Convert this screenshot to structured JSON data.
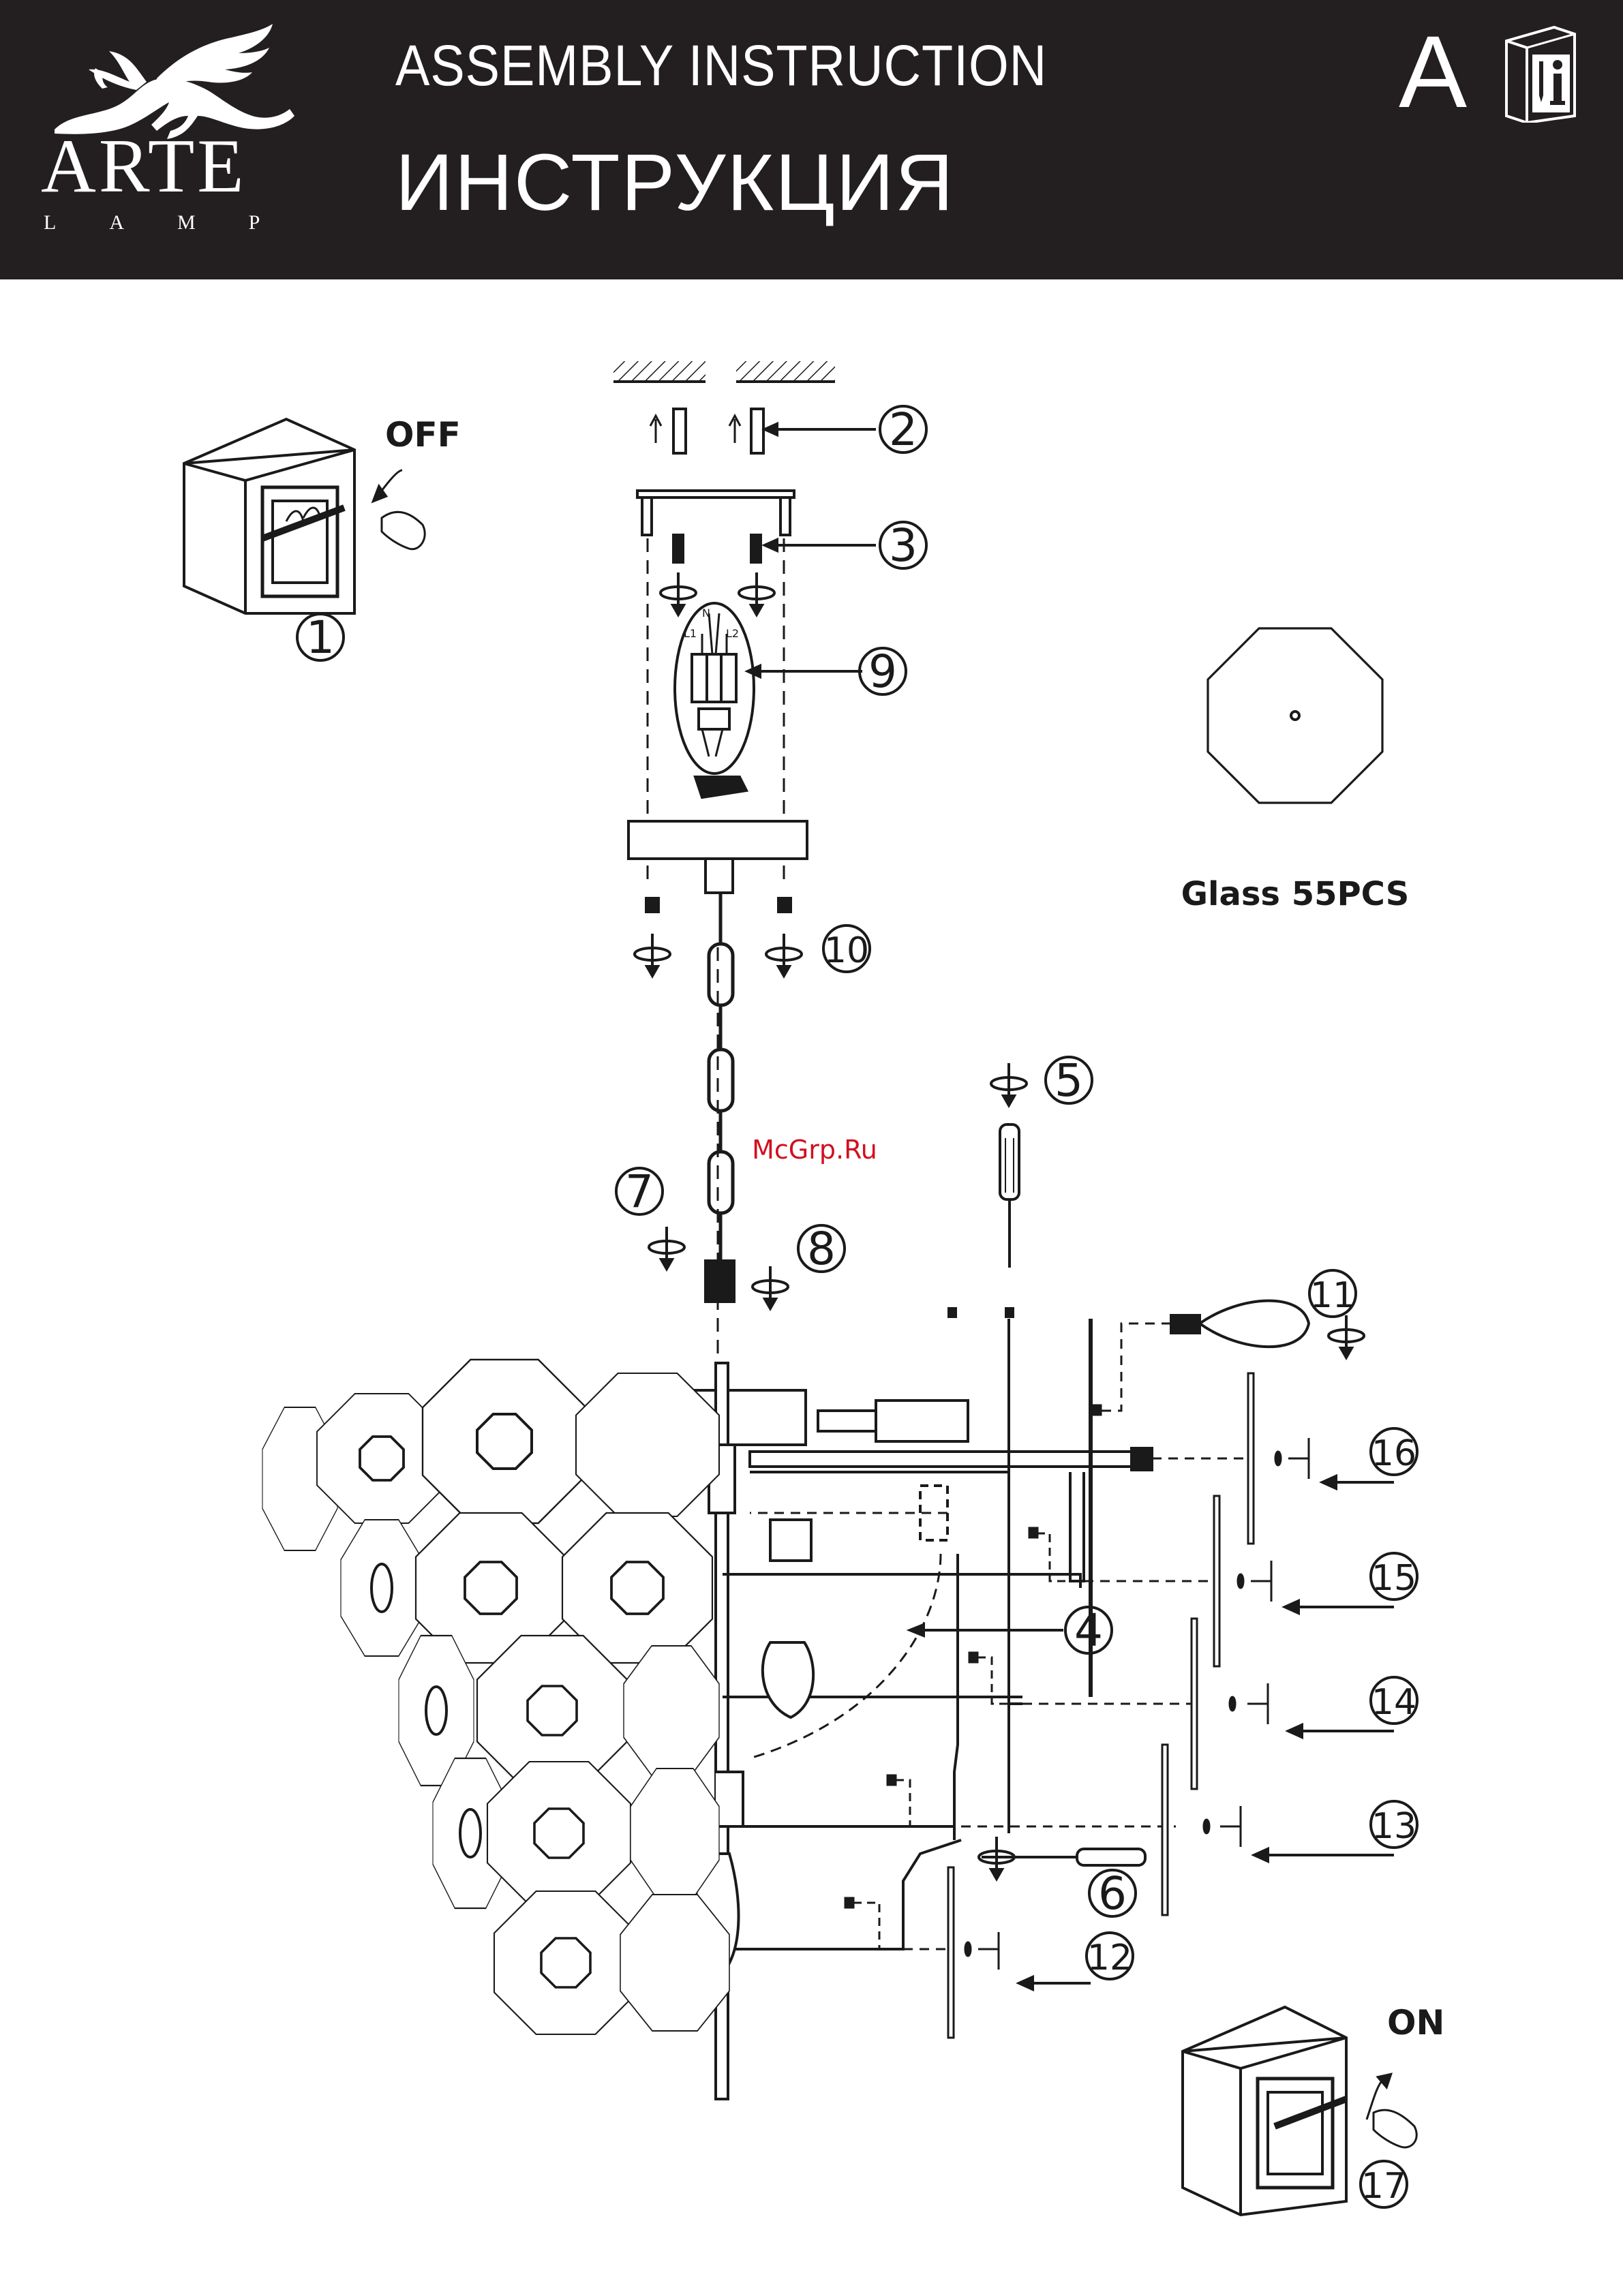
{
  "header": {
    "brand": "ARTE",
    "brand_sub": "LAMP",
    "title_en": "ASSEMBLY INSTRUCTION",
    "title_ru": "ИНСТРУКЦИЯ",
    "model_letter": "A",
    "logo_icon": "griffin-logo-icon",
    "manual_icon": "info-manual-icon"
  },
  "diagram": {
    "switch_off_label": "OFF",
    "switch_on_label": "ON",
    "glass_label": "Glass 55PCS",
    "watermark": "McGrp.Ru",
    "wiring_labels": {
      "n": "N",
      "l1": "L1",
      "l2": "L2"
    },
    "steps": [
      "1",
      "2",
      "3",
      "4",
      "5",
      "6",
      "7",
      "8",
      "9",
      "10",
      "11",
      "12",
      "13",
      "14",
      "15",
      "16",
      "17"
    ]
  },
  "colors": {
    "header_bg": "#231f20",
    "line": "#1a1a1a",
    "watermark": "#d0101e"
  }
}
